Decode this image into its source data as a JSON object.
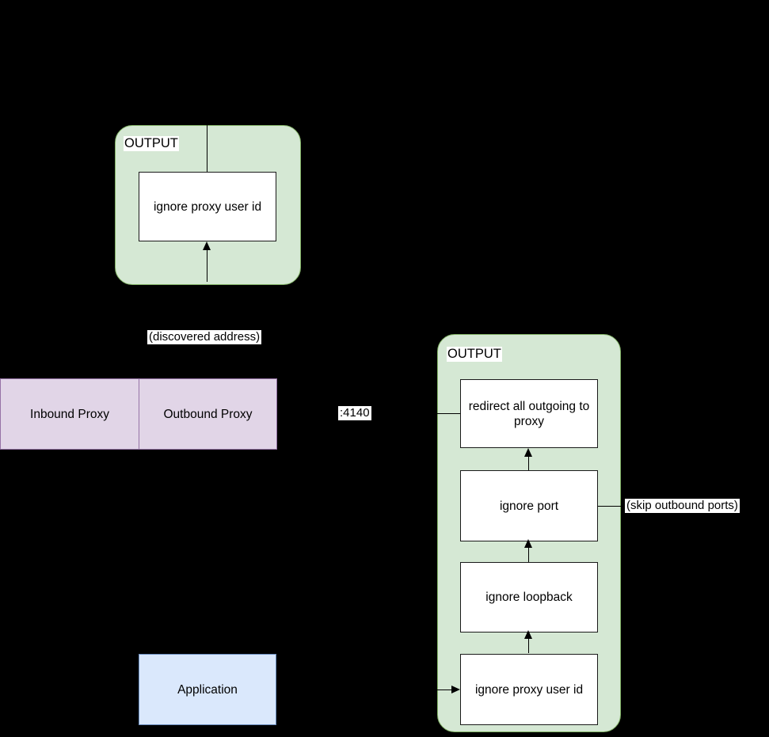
{
  "diagram": {
    "type": "network-packet-flow",
    "background_color": "#000000",
    "palette": {
      "chain_fill": "#d5e8d4",
      "chain_stroke": "#82b366",
      "proxy_fill": "#e1d5e7",
      "proxy_stroke": "#9673a6",
      "app_fill": "#dae8fc",
      "app_stroke": "#6c8ebf",
      "rule_fill": "#ffffff",
      "rule_stroke": "#1a1a1a",
      "label_fill": "#ffffff"
    }
  },
  "chains": [
    {
      "id": "output-top",
      "title": "OUTPUT",
      "rules": [
        {
          "id": "top-rule-1",
          "label": "ignore proxy user id"
        }
      ]
    },
    {
      "id": "output-right",
      "title": "OUTPUT",
      "rules": [
        {
          "id": "right-rule-1",
          "label": "redirect all outgoing to proxy"
        },
        {
          "id": "right-rule-2",
          "label": "ignore port"
        },
        {
          "id": "right-rule-3",
          "label": "ignore loopback"
        },
        {
          "id": "right-rule-4",
          "label": "ignore proxy user id"
        }
      ]
    }
  ],
  "nodes": {
    "inbound_proxy": {
      "label": "Inbound Proxy"
    },
    "outbound_proxy": {
      "label": "Outbound Proxy"
    },
    "application": {
      "label": "Application"
    }
  },
  "edge_labels": {
    "discovered_address": "(discovered address)",
    "proxy_port": ":4140",
    "skip_outbound_ports": "(skip outbound ports)"
  }
}
